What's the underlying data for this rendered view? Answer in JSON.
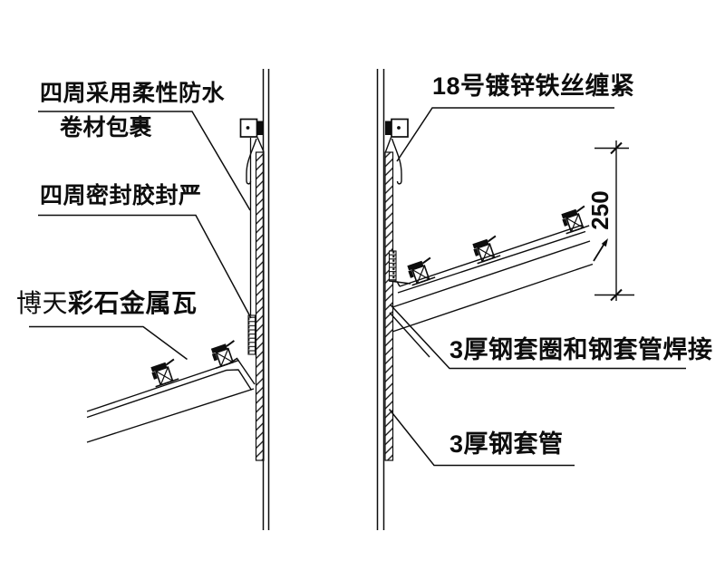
{
  "drawing": {
    "type": "construction-detail",
    "background_color": "#ffffff",
    "line_color": "#0d0d0d",
    "left_detail": {
      "label_membrane_line1": "四周采用柔性防水",
      "label_membrane_line2": "卷材包裹",
      "label_sealant": "四周密封胶封严",
      "label_tile_brand": "博天",
      "label_tile": "彩石金属瓦"
    },
    "right_detail": {
      "label_wire": "18号镀锌铁丝缠紧",
      "label_collar_weld": "3厚钢套圈和钢套管焊接",
      "label_sleeve": "3厚钢套管",
      "dimension_value": "250"
    }
  }
}
